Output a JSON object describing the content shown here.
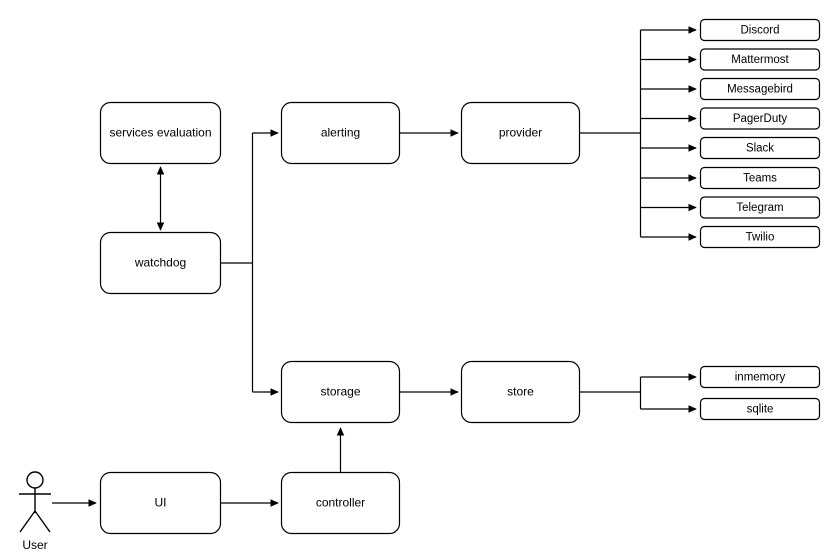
{
  "diagram": {
    "title": "service monitoring architecture flow",
    "background_color": "#ffffff",
    "stroke_color": "#000000",
    "fill_color": "#ffffff"
  },
  "actor": {
    "label": "User"
  },
  "nodes": [
    {
      "id": "services-evaluation",
      "label": "services evaluation"
    },
    {
      "id": "watchdog",
      "label": "watchdog"
    },
    {
      "id": "alerting",
      "label": "alerting"
    },
    {
      "id": "provider",
      "label": "provider"
    },
    {
      "id": "storage",
      "label": "storage"
    },
    {
      "id": "store",
      "label": "store"
    },
    {
      "id": "ui",
      "label": "UI"
    },
    {
      "id": "controller",
      "label": "controller"
    }
  ],
  "providers": [
    {
      "id": "discord",
      "label": "Discord"
    },
    {
      "id": "mattermost",
      "label": "Mattermost"
    },
    {
      "id": "messagebird",
      "label": "Messagebird"
    },
    {
      "id": "pagerduty",
      "label": "PagerDuty"
    },
    {
      "id": "slack",
      "label": "Slack"
    },
    {
      "id": "teams",
      "label": "Teams"
    },
    {
      "id": "telegram",
      "label": "Telegram"
    },
    {
      "id": "twilio",
      "label": "Twilio"
    }
  ],
  "stores": [
    {
      "id": "inmemory",
      "label": "inmemory"
    },
    {
      "id": "sqlite",
      "label": "sqlite"
    }
  ],
  "edges": [
    {
      "from": "watchdog",
      "to": "services-evaluation",
      "bidirectional": true
    },
    {
      "from": "watchdog",
      "to": "alerting",
      "bidirectional": false
    },
    {
      "from": "alerting",
      "to": "provider",
      "bidirectional": false
    },
    {
      "from": "provider",
      "to": "providers",
      "bidirectional": false
    },
    {
      "from": "watchdog",
      "to": "storage",
      "bidirectional": false
    },
    {
      "from": "storage",
      "to": "store",
      "bidirectional": false
    },
    {
      "from": "store",
      "to": "stores",
      "bidirectional": false
    },
    {
      "from": "user",
      "to": "ui",
      "bidirectional": false
    },
    {
      "from": "ui",
      "to": "controller",
      "bidirectional": false
    },
    {
      "from": "controller",
      "to": "storage",
      "bidirectional": false
    }
  ]
}
